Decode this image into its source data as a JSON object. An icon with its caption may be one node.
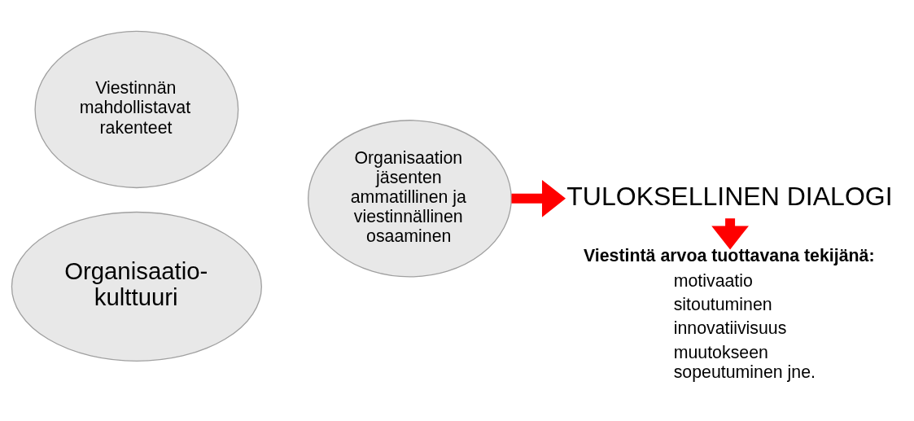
{
  "diagram": {
    "nodes": [
      {
        "text": [
          "Viestinnän mahdollistavat rakenteet"
        ]
      },
      {
        "text": [
          "Organisaation jäsenten ammatillinen ja viestinnällinen osaaminen"
        ]
      },
      {
        "text": [
          "Organisaatio-kulttuuri"
        ]
      },
      {
        "text": [
          "TULOKSELLINEN DIALOGI"
        ]
      },
      {
        "text": [
          "Viestintä arvoa tuottavana tekijänä:",
          "motivaatio",
          "sitoutuminen",
          "innovatiivisuus",
          "muutokseen sopeutuminen jne."
        ]
      }
    ],
    "edges": [
      {
        "from": 1,
        "to": 3,
        "arrow": "to",
        "color": "#ff0000"
      },
      {
        "from": 3,
        "to": 4,
        "arrow": "to",
        "color": "#ff0000"
      }
    ]
  }
}
